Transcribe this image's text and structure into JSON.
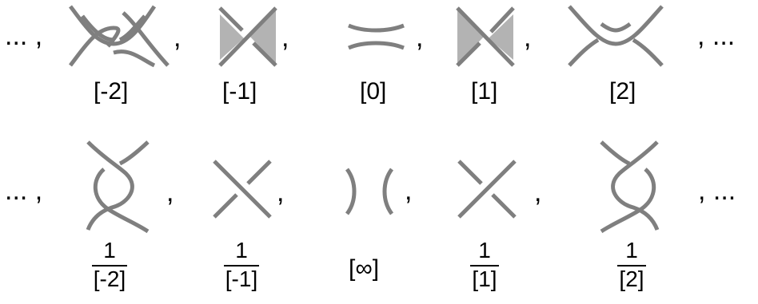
{
  "row1": {
    "leading_ellipsis": "... ,",
    "trailing_ellipsis": ", ...",
    "separator": ",",
    "tangles": [
      {
        "label": "[-2]",
        "kind": "twist",
        "twists": -2
      },
      {
        "label": "[-1]",
        "kind": "twist",
        "twists": -1
      },
      {
        "label": "[0]",
        "kind": "twist",
        "twists": 0
      },
      {
        "label": "[1]",
        "kind": "twist",
        "twists": 1
      },
      {
        "label": "[2]",
        "kind": "twist",
        "twists": 2
      }
    ]
  },
  "row2": {
    "leading_ellipsis": "... ,",
    "trailing_ellipsis": ", ...",
    "separator": ",",
    "tangles": [
      {
        "numerator": "1",
        "denominator": "[-2]",
        "kind": "vertical",
        "twists": -2
      },
      {
        "numerator": "1",
        "denominator": "[-1]",
        "kind": "vertical",
        "twists": -1
      },
      {
        "label": "[∞]",
        "kind": "vertical",
        "twists": 0
      },
      {
        "numerator": "1",
        "denominator": "[1]",
        "kind": "vertical",
        "twists": 1
      },
      {
        "numerator": "1",
        "denominator": "[2]",
        "kind": "vertical",
        "twists": 2
      }
    ]
  },
  "colors": {
    "strand": "#7f7f7f",
    "shade": "#b3b3b3",
    "text": "#000000"
  }
}
